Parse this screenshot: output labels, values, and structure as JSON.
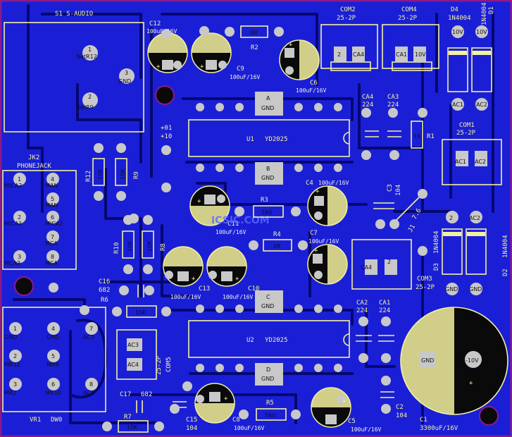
{
  "board": {
    "hatch_colors": {
      "copper": "#1a1fd6",
      "silk": "#f4f1a0",
      "pad": "#c8c8c8",
      "edge": "#8b1a8b"
    }
  },
  "labels": {
    "s1": "S1  S-AUDIO",
    "s1_pin1": "1",
    "s1_pin1_net": "NetR12",
    "s1_pin2": "2",
    "s1_pin2_net": "NetR9",
    "s1_pin3": "3",
    "s1_pin3_net": "GND",
    "c12": "C12",
    "c12_val": "100uF/16V",
    "r2": "R2",
    "r2_val": "0R",
    "com2": "COM2",
    "com2_val": "25-2P",
    "com4": "COM4",
    "com4_val": "25-2P",
    "d4": "D4",
    "d4_val": "1N4004",
    "d1": "D1",
    "d1_val": "1N4004",
    "c9": "C9",
    "c9_val": "100uF/16V",
    "c6": "C6",
    "c6_val": "100uF/16V",
    "ca4": "CA4",
    "ca4_val": "224",
    "ca3": "CA3",
    "ca3_val": "224",
    "r1": "R1",
    "r1_val": "1K",
    "com1": "COM1",
    "com1_val": "25-2P",
    "u1": "U1",
    "u1_val": "YD2025",
    "a_label": "A",
    "a_net": "GND",
    "b_label": "B",
    "b_net": "GND",
    "c_label": "C",
    "c_net": "GND",
    "d_label": "D",
    "d_net": "GND",
    "plus01": "+01",
    "plus10": "+10",
    "jk2": "JK2",
    "jk2_val": "PHONEJACK",
    "r12": "R12",
    "r12_val": "10K",
    "r9": "R9",
    "r9_val": "10K",
    "c4": "C4",
    "c4_val": "100uF/16V",
    "r3": "R3",
    "r3_val": "560",
    "c3": "C3",
    "c3_val": "104",
    "c11": "C11",
    "c11_val": "100uF/16V",
    "r4": "R4",
    "r4_val": "0R",
    "c7": "C7",
    "c7_val": "100uF/16V",
    "j1": "J1",
    "j1_val": "7.6",
    "r10": "R10",
    "r10_val": "10K",
    "r8": "R8",
    "r8_val": "10K",
    "c13": "C13",
    "c13_val": "100uF/16V",
    "c10": "C10",
    "c10_val": "100uF/16V",
    "com3": "COM3",
    "com3_val": "25-2P",
    "d3": "D3",
    "d3_val": "1N4004",
    "d2": "D2",
    "d2_val": "1N4004",
    "c16": "C16",
    "c16_val": "682",
    "r6": "R6",
    "r6_val": "10K",
    "ca2": "CA2",
    "ca2_val": "224",
    "ca1": "CA1",
    "ca1_val": "224",
    "u2": "U2",
    "u2_val": "YD2025",
    "com5": "COM5",
    "com5_val": "25-2P",
    "c17": "C17",
    "c17_val": "682",
    "r7": "R7",
    "r7_val": "10K",
    "c15": "C15",
    "c15_val": "104",
    "c8": "C8",
    "c8_val": "100uF/16V",
    "r5": "R5",
    "r5_val": "560",
    "c5": "C5",
    "c5_val": "100uF/16V",
    "c2": "C2",
    "c2_val": "104",
    "c1": "C1",
    "c1_val": "3300uF/16V",
    "vr1": "VR1",
    "vr1_val": "DW0",
    "watermark": "ICSIC.COM",
    "pad_gnd": "GND",
    "pad_10v": "10V",
    "pad_ac1": "AC1",
    "pad_ac2": "AC2",
    "pad_ca1": "CA1",
    "pad_ca2": "CA2",
    "pad_ca4": "CA4",
    "pad_10v_minus": "-10V",
    "pad_mr2": "MR2",
    "pad_mr9": "MR9",
    "pad_mr10": "MR10",
    "pad_mr12": "MR12",
    "pad_ac3": "AC3",
    "pad_ac4": "AC4",
    "pad_mica2": "MICA2",
    "pad_man": "MAN",
    "pad_mica1": "MICA1",
    "pad_mca": "MCA",
    "pad_mca2": "MCA2",
    "jack_pin1": "1",
    "jack_pin2": "2",
    "jack_pin3": "3",
    "jack_pin4": "4",
    "jack_pin5": "5",
    "jack_pin6": "6",
    "jack_pin7": "7",
    "jack_pin8": "8",
    "pin1": "1",
    "pin2": "2"
  }
}
